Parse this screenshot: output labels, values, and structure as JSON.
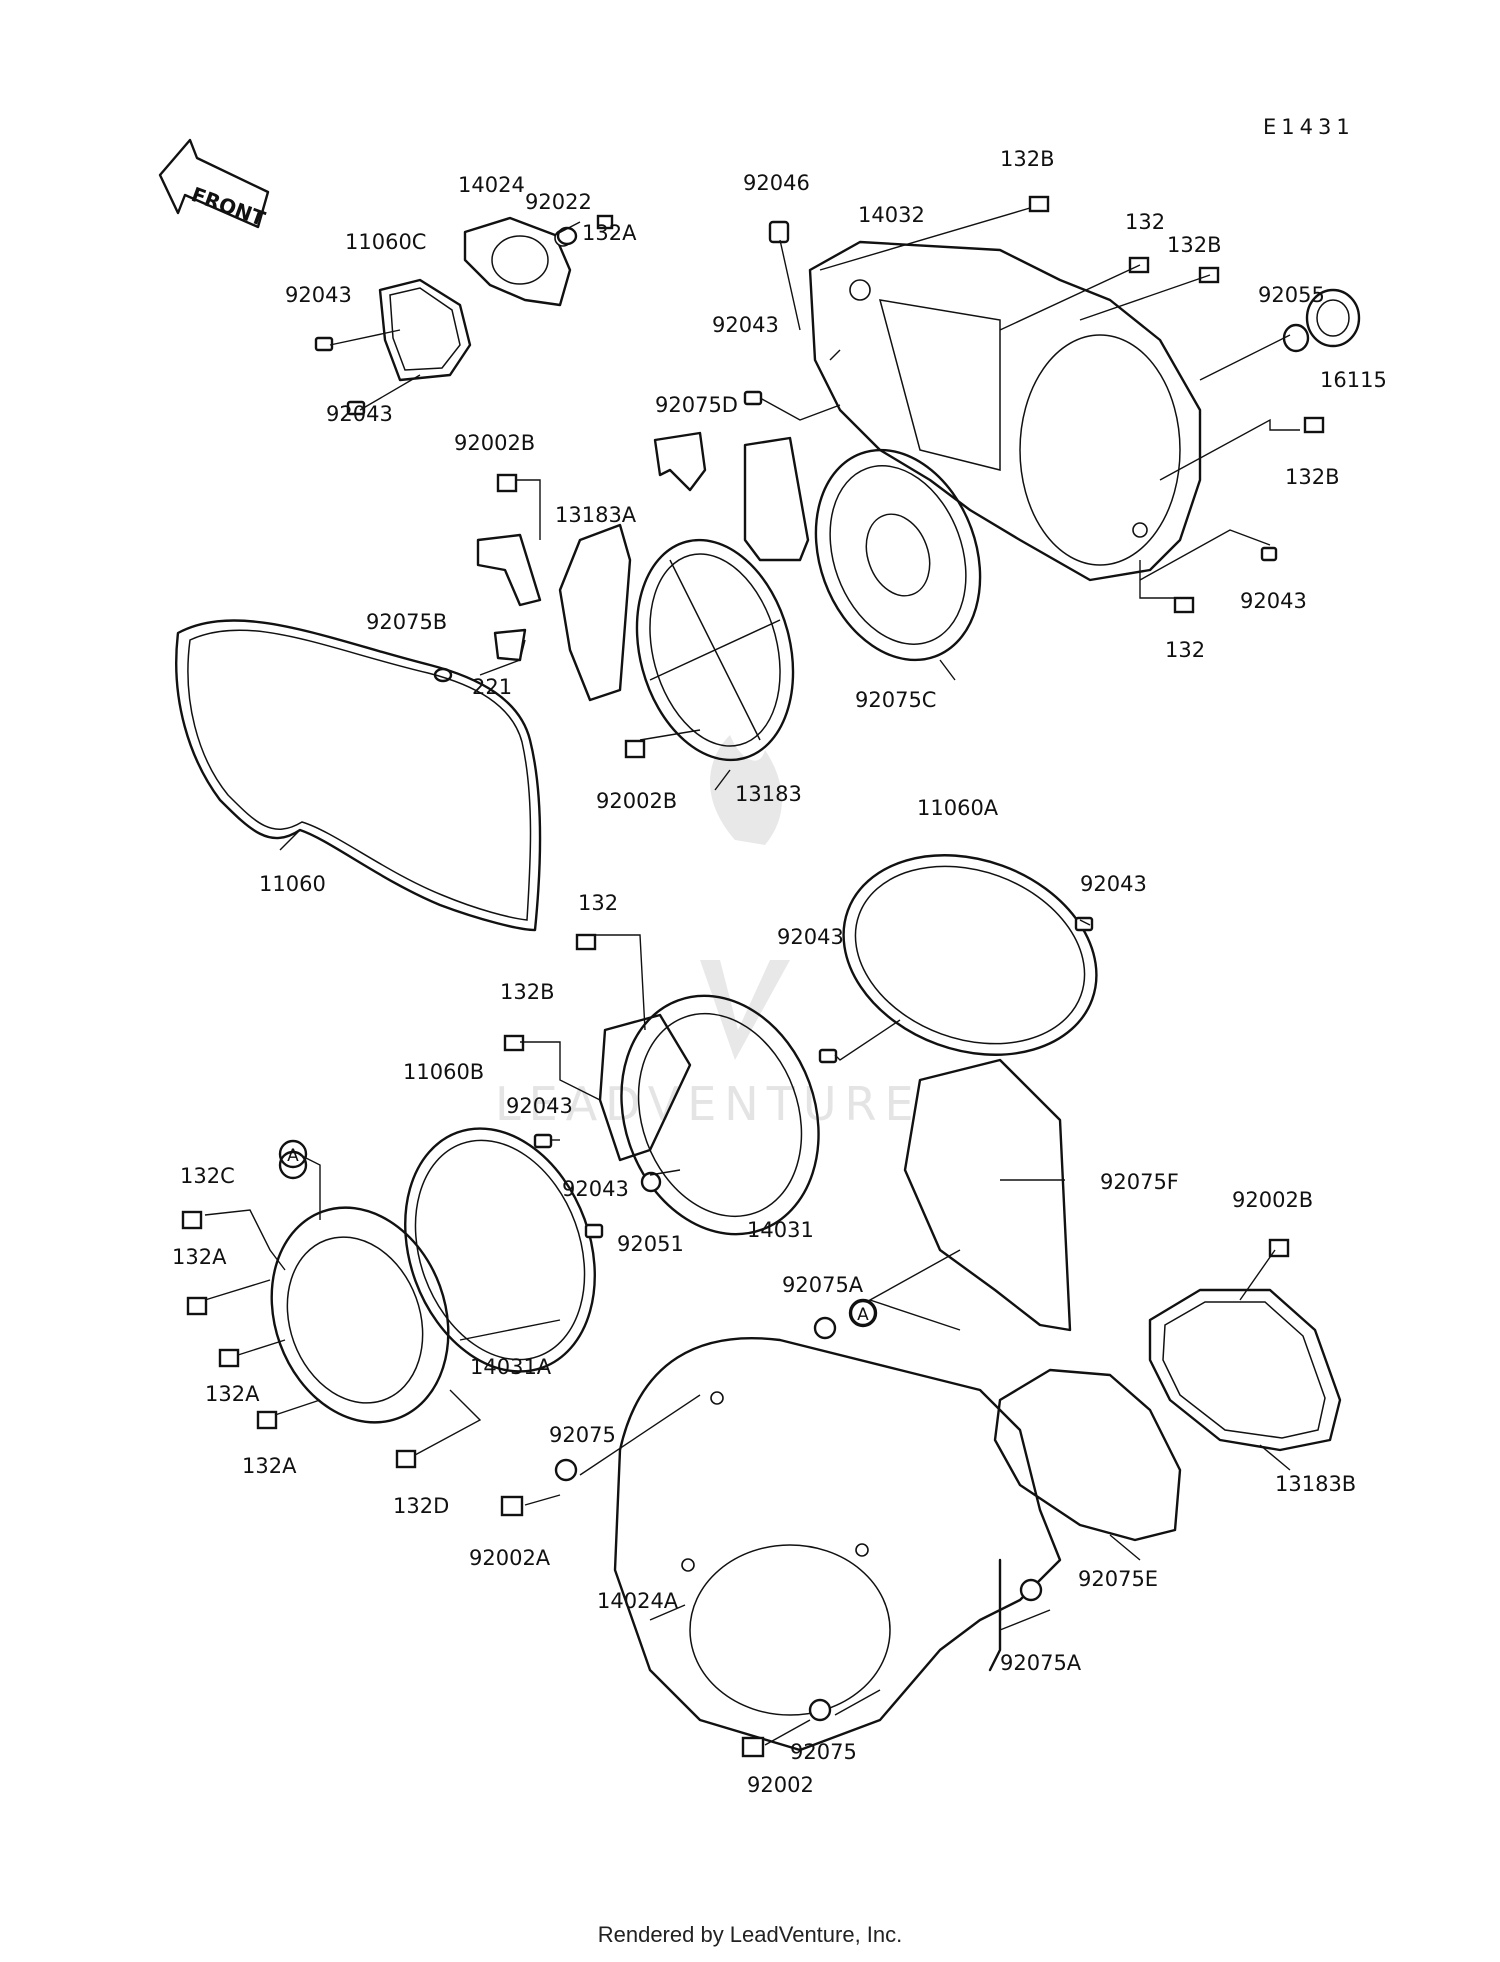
{
  "diagram_code": "E1431",
  "front_label": "FRONT",
  "callout_marker": "A",
  "watermark": "LEADVENTURE",
  "footer": "Rendered by LeadVenture, Inc.",
  "labels": [
    "132B",
    "92046",
    "14032",
    "132",
    "132B",
    "92055",
    "16115",
    "92043",
    "132B",
    "92043",
    "132",
    "14024",
    "92022",
    "132A",
    "11060C",
    "92043",
    "92043",
    "92075D",
    "92002B",
    "13183A",
    "92075B",
    "221",
    "92075C",
    "92002B",
    "13183",
    "11060",
    "11060A",
    "92043",
    "132",
    "92043",
    "132B",
    "11060B",
    "92043",
    "92043",
    "92051",
    "14031",
    "92075F",
    "132C",
    "132A",
    "14031A",
    "132A",
    "132A",
    "132D",
    "92002B",
    "92075A",
    "92075",
    "92002A",
    "13183B",
    "92075E",
    "14024A",
    "92075A",
    "92075",
    "92002"
  ]
}
